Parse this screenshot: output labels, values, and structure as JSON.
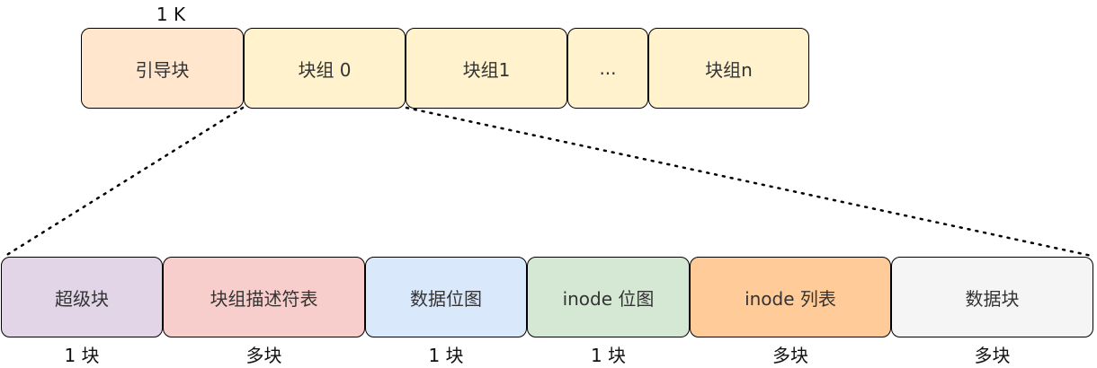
{
  "top_note": "1 K",
  "top_row": [
    {
      "label": "引导块",
      "fill": "#ffe6cc"
    },
    {
      "label": "块组 0",
      "fill": "#fff2cc"
    },
    {
      "label": "块组1",
      "fill": "#fff2cc"
    },
    {
      "label": "...",
      "fill": "#fff2cc"
    },
    {
      "label": "块组n",
      "fill": "#fff2cc"
    }
  ],
  "bottom_row": [
    {
      "label": "超级块",
      "count": "1 块",
      "fill": "#e1d5e7"
    },
    {
      "label": "块组描述符表",
      "count": "多块",
      "fill": "#f8cecc"
    },
    {
      "label": "数据位图",
      "count": "1 块",
      "fill": "#dae8fc"
    },
    {
      "label": "inode 位图",
      "count": "1 块",
      "fill": "#d5e8d4"
    },
    {
      "label": "inode 列表",
      "count": "多块",
      "fill": "#ffcc99"
    },
    {
      "label": "数据块",
      "count": "多块",
      "fill": "#f5f5f5"
    }
  ]
}
